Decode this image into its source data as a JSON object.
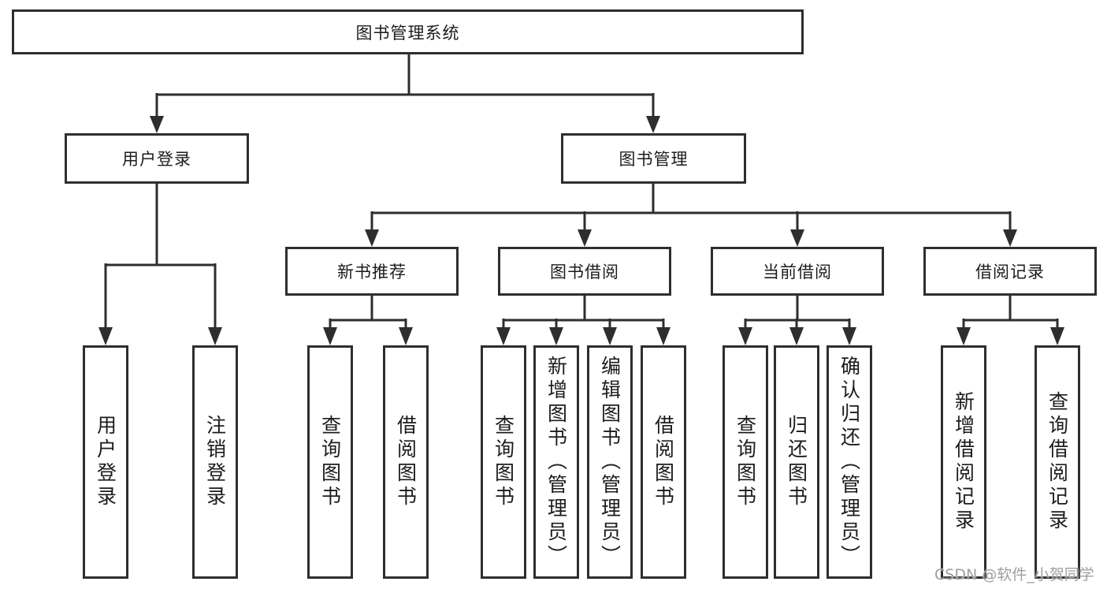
{
  "diagram": {
    "type": "hierarchy-tree",
    "watermark": "CSDN @软件_小贺同学",
    "colors": {
      "line": "#2e2e2e",
      "box_border": "#2e2e2e",
      "text": "#1c1c1c",
      "watermark": "#9e9e9e",
      "background": "#ffffff"
    }
  },
  "tree": {
    "label": "图书管理系统",
    "children": [
      {
        "label": "用户登录",
        "children": [
          {
            "label": "用户登录"
          },
          {
            "label": "注销登录"
          }
        ]
      },
      {
        "label": "图书管理",
        "children": [
          {
            "label": "新书推荐",
            "children": [
              {
                "label": "查询图书"
              },
              {
                "label": "借阅图书"
              }
            ]
          },
          {
            "label": "图书借阅",
            "children": [
              {
                "label": "查询图书"
              },
              {
                "label": "新增图书（管理员）"
              },
              {
                "label": "编辑图书（管理员）"
              },
              {
                "label": "借阅图书"
              }
            ]
          },
          {
            "label": "当前借阅",
            "children": [
              {
                "label": "查询图书"
              },
              {
                "label": "归还图书"
              },
              {
                "label": "确认归还（管理员）"
              }
            ]
          },
          {
            "label": "借阅记录",
            "children": [
              {
                "label": "新增借阅记录"
              },
              {
                "label": "查询借阅记录"
              }
            ]
          }
        ]
      }
    ]
  }
}
